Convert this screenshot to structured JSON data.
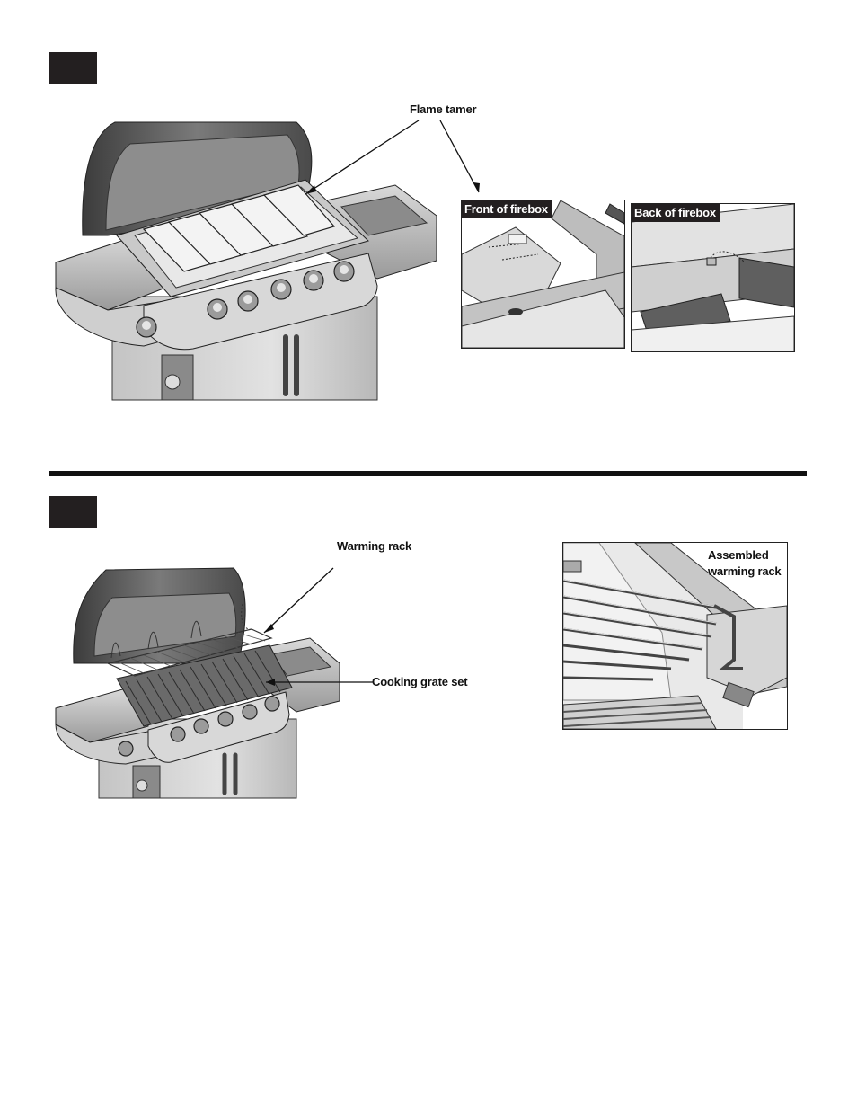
{
  "labels": {
    "flame_tamer": "Flame tamer",
    "front_of_firebox": "Front of firebox",
    "back_of_firebox": "Back of firebox",
    "warming_rack": "Warming rack",
    "cooking_grate_set": "Cooking grate set",
    "assembled_warming_rack_line1": "Assembled",
    "assembled_warming_rack_line2": "warming rack"
  },
  "colors": {
    "step_box": "#231f20",
    "line_art": "#222222",
    "metal_light": "#e6e6e6",
    "metal_mid": "#b9b9b9",
    "metal_dark": "#5a5a5a"
  }
}
